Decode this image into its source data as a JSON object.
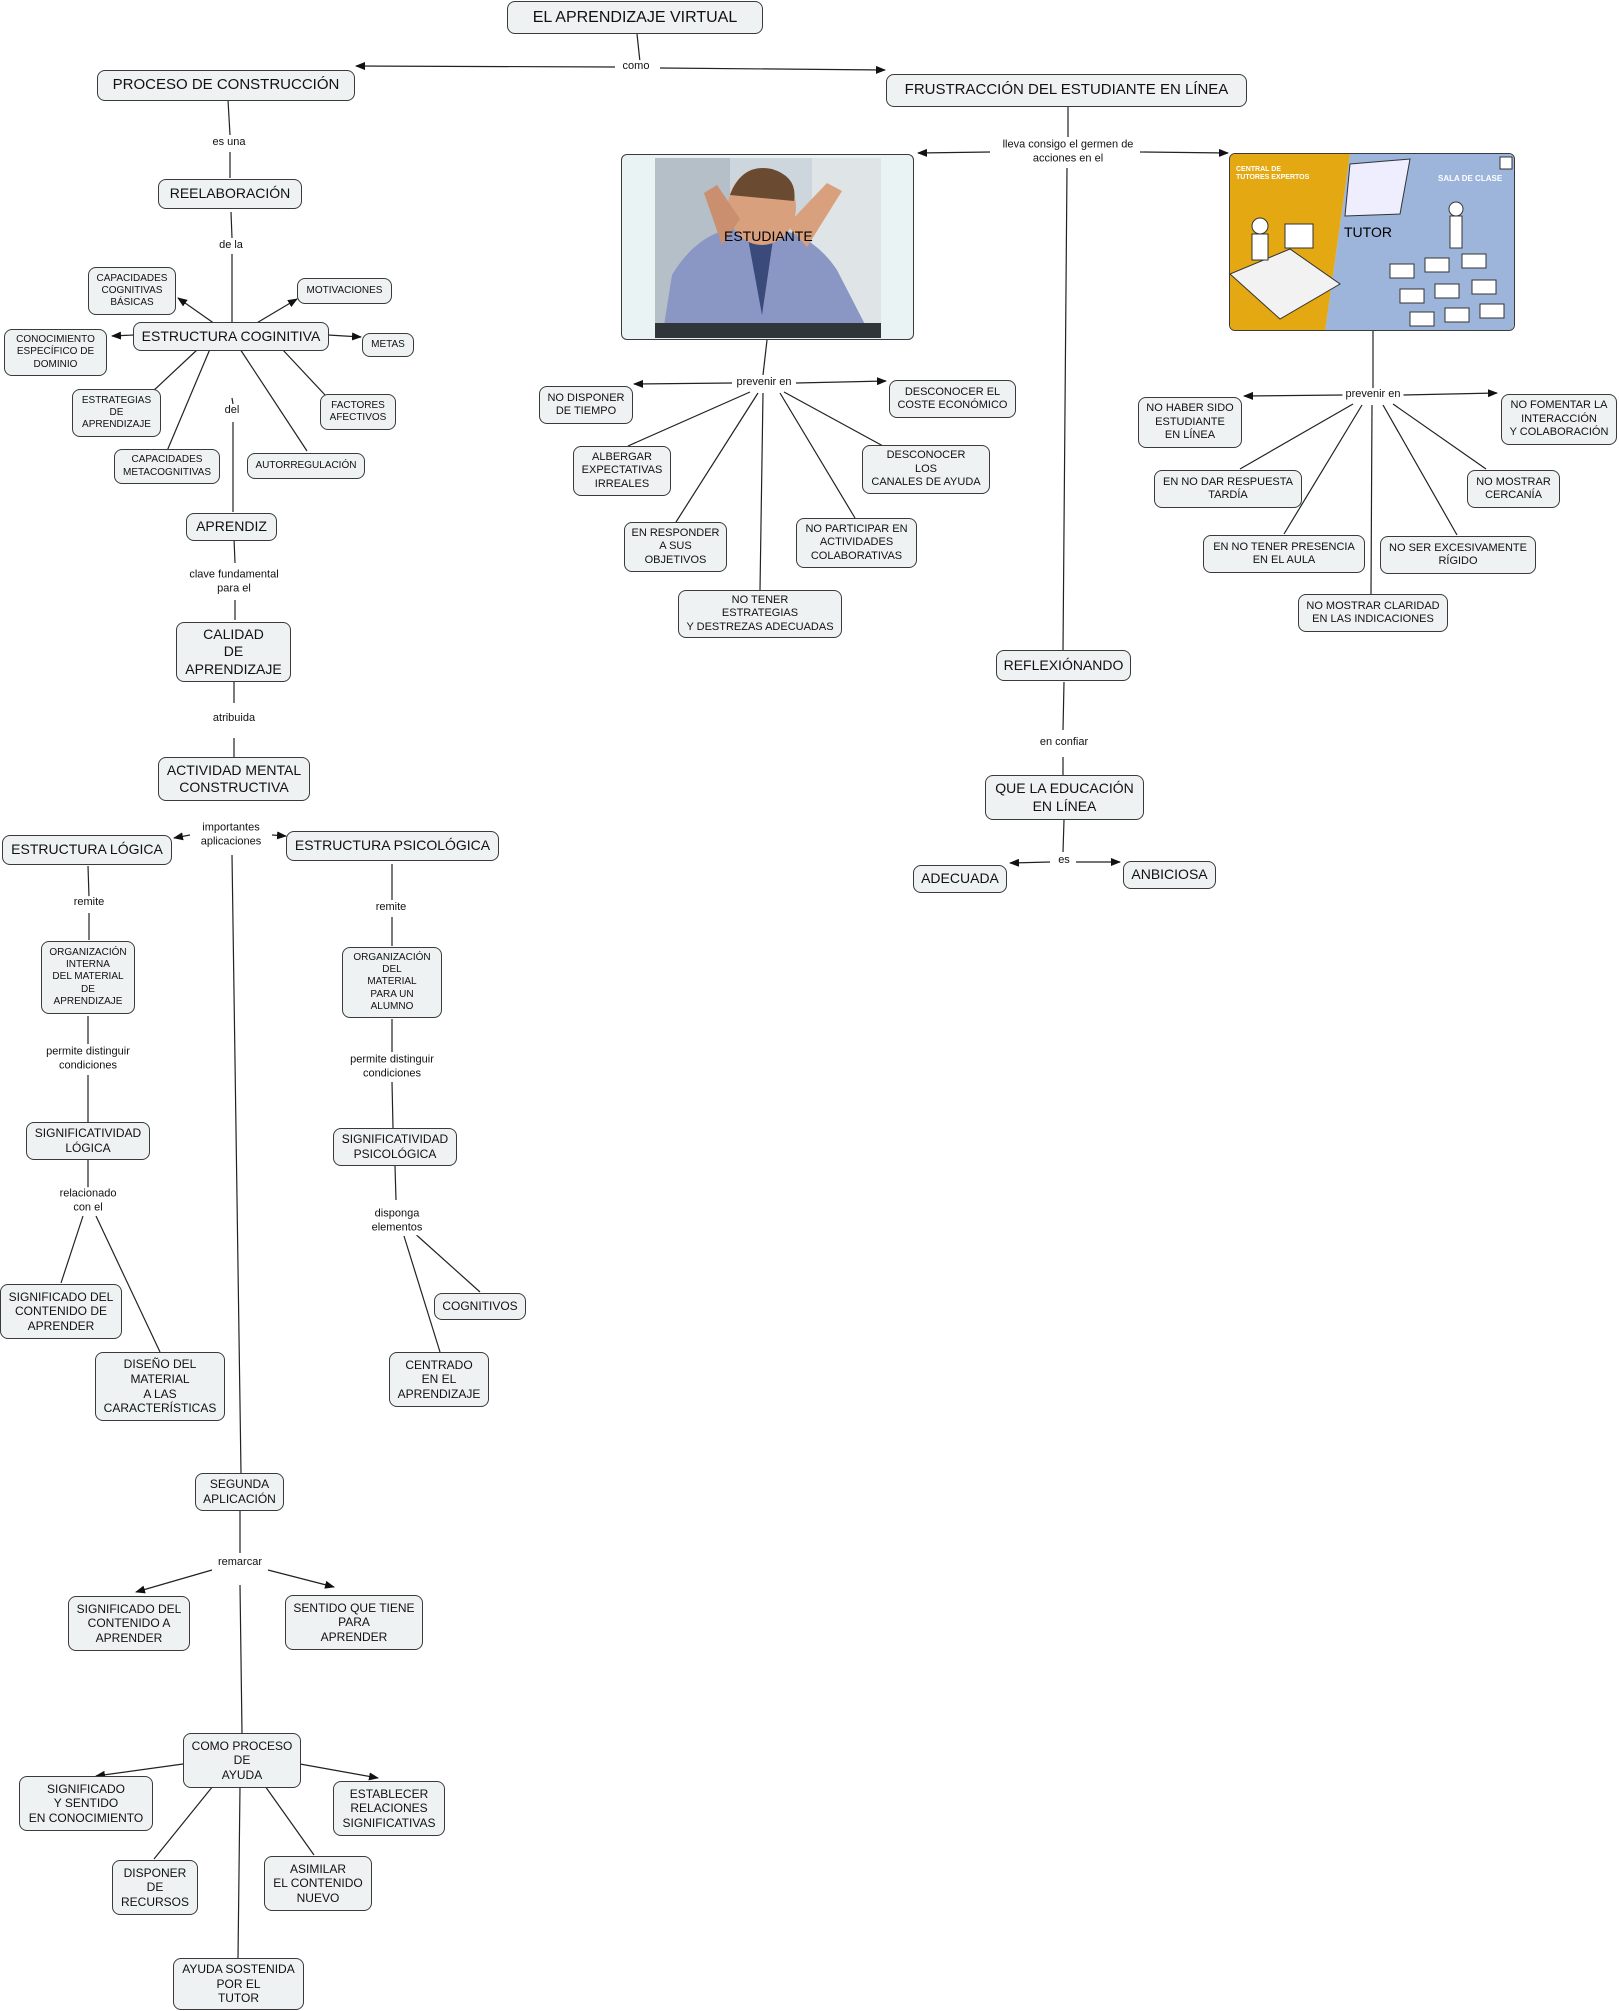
{
  "nodes": {
    "main_title": "EL APRENDIZAJE VIRTUAL",
    "proceso": "PROCESO DE CONSTRUCCIÓN",
    "frustracion": "FRUSTRACCIÓN DEL ESTUDIANTE EN LÍNEA",
    "reelaboracion": "REELABORACIÓN",
    "capacidades_cognitivas": "CAPACIDADES\nCOGNITIVAS\nBÁSICAS",
    "motivaciones": "MOTIVACIONES",
    "conocimiento_especifico": "CONOCIMIENTO\nESPECÍFICO DE\nDOMINIO",
    "estructura_cognitiva": "ESTRUCTURA COGINITIVA",
    "metas": "METAS",
    "estrategias": "ESTRATEGIAS\nDE\nAPRENDIZAJE",
    "factores": "FACTORES\nAFECTIVOS",
    "capacidades_meta": "CAPACIDADES\nMETACOGNITIVAS",
    "autorregulacion": "AUTORREGULACIÓN",
    "aprendiz": "APRENDIZ",
    "calidad": "CALIDAD\nDE\nAPRENDIZAJE",
    "actividad": "ACTIVIDAD MENTAL\nCONSTRUCTIVA",
    "estructura_logica": "ESTRUCTURA LÓGICA",
    "estructura_psicologica": "ESTRUCTURA PSICOLÓGICA",
    "org_interna": "ORGANIZACIÓN\nINTERNA\nDEL MATERIAL\nDE\nAPRENDIZAJE",
    "org_material": "ORGANIZACIÓN\nDEL\nMATERIAL\nPARA UN\nALUMNO",
    "sig_logica": "SIGNIFICATIVIDAD\nLÓGICA",
    "sig_psicologica": "SIGNIFICATIVIDAD\nPSICOLÓGICA",
    "significado_contenido": "SIGNIFICADO DEL\nCONTENIDO DE\nAPRENDER",
    "diseno": "DISEÑO DEL\nMATERIAL\nA LAS\nCARACTERÍSTICAS",
    "cognitivos": "COGNITIVOS",
    "centrado": "CENTRADO\nEN EL\nAPRENDIZAJE",
    "segunda": "SEGUNDA\nAPLICACIÓN",
    "sig_contenido_a": "SIGNIFICADO DEL\nCONTENIDO A\nAPRENDER",
    "sentido": "SENTIDO QUE TIENE\nPARA\nAPRENDER",
    "como_proceso": "COMO PROCESO\nDE\nAYUDA",
    "sig_sentido": "SIGNIFICADO\nY SENTIDO\nEN CONOCIMIENTO",
    "establecer": "ESTABLECER\nRELACIONES\nSIGNIFICATIVAS",
    "disponer": "DISPONER\nDE\nRECURSOS",
    "asimilar": "ASIMILAR\nEL CONTENIDO\nNUEVO",
    "ayuda_sostenida": "AYUDA SOSTENIDA\nPOR EL\nTUTOR",
    "no_disponer": "NO DISPONER\nDE TIEMPO",
    "desconocer_coste": "DESCONOCER EL\nCOSTE ECONÓMICO",
    "albergar": "ALBERGAR\nEXPECTATIVAS\nIRREALES",
    "desconocer_canales": "DESCONOCER\nLOS\nCANALES DE AYUDA",
    "en_responder": "EN RESPONDER\nA SUS\nOBJETIVOS",
    "no_participar": "NO PARTICIPAR EN\nACTIVIDADES\nCOLABORATIVAS",
    "no_tener": "NO TENER\nESTRATEGIAS\nY DESTREZAS ADECUADAS",
    "no_haber": "NO HABER SIDO\nESTUDIANTE\nEN LÍNEA",
    "no_fomentar": "NO FOMENTAR LA\nINTERACCIÓN\nY COLABORACIÓN",
    "en_no_dar": "EN NO DAR RESPUESTA\nTARDÍA",
    "no_mostrar_cercania": "NO MOSTRAR\nCERCANÍA",
    "en_no_tener_presencia": "EN NO TENER PRESENCIA\nEN EL AULA",
    "no_ser": "NO SER EXCESIVAMENTE\nRÍGIDO",
    "no_mostrar_claridad": "NO MOSTRAR CLARIDAD\nEN LAS INDICACIONES",
    "reflexionando": "REFLEXIÓNANDO",
    "que_la": "QUE  LA EDUCACIÓN\nEN LÍNEA",
    "adecuada": "ADECUADA",
    "anbiciosa": "ANBICIOSA"
  },
  "links": {
    "como": "como",
    "es_una": "es una",
    "de_la": "de la",
    "del": "del",
    "clave": "clave fundamental\npara el",
    "atribuida": "atribuida",
    "importantes": "importantes\naplicaciones",
    "remite_1": "remite",
    "remite_2": "remite",
    "permite_1": "permite distinguir\ncondiciones",
    "permite_2": "permite distinguir\ncondiciones",
    "relacionado": "relacionado\ncon el",
    "disponga": "disponga\nelementos",
    "remarcar": "remarcar",
    "lleva": "lleva consigo el germen de\nacciones en el",
    "prevenir_1": "prevenir en",
    "prevenir_2": "prevenir en",
    "en_confiar": "en confiar",
    "es": "es"
  },
  "images": {
    "estudiante_caption": "ESTUDIANTE",
    "tutor_caption": "TUTOR",
    "tutor_sign_left": "CENTRAL DE\nTUTORES EXPERTOS",
    "tutor_sign_right": "SALA DE CLASE"
  },
  "colors": {
    "node_fill": "#eef2f3",
    "node_border": "#3a3a3a",
    "line": "#222222"
  }
}
